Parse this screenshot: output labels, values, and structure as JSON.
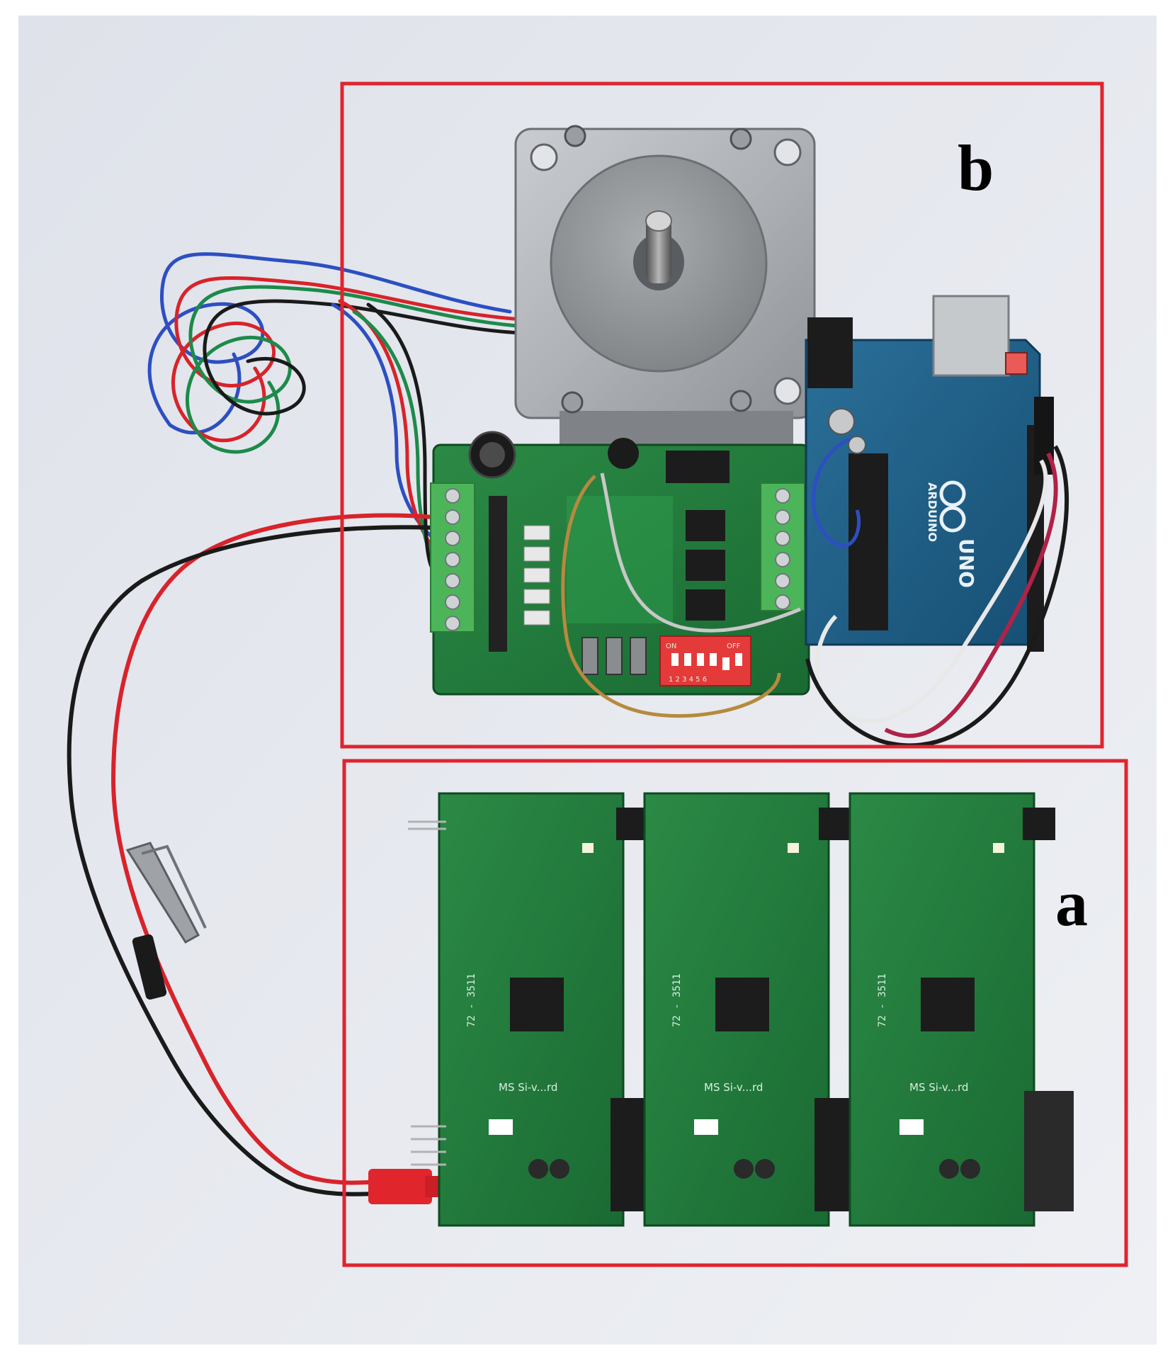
{
  "panels": [
    {
      "label": "b",
      "region": "motor-driver-arduino",
      "frame_color": "#e0242e"
    },
    {
      "label": "a",
      "region": "sensor-boards",
      "frame_color": "#e0242e"
    }
  ],
  "board_texts": {
    "arduino": "ARDUINO",
    "arduino_model": "UNO",
    "dip_on": "ON",
    "dip_off": "OFF",
    "dip_numbers": "1 2 3 4 5 6",
    "sensor_serial": "72 - 3511",
    "sensor_name": "MS Si-v...rd"
  },
  "colors": {
    "background": "#e4e7ee",
    "pcb_green": "#1f7a3a",
    "terminal_green": "#4cb55a",
    "arduino_blue": "#1f5e86",
    "dip_red": "#e43a3a",
    "wire_red": "#d8232a",
    "wire_black": "#1a1a1a",
    "wire_blue": "#2d4fc2",
    "wire_green": "#1d8a4a"
  }
}
